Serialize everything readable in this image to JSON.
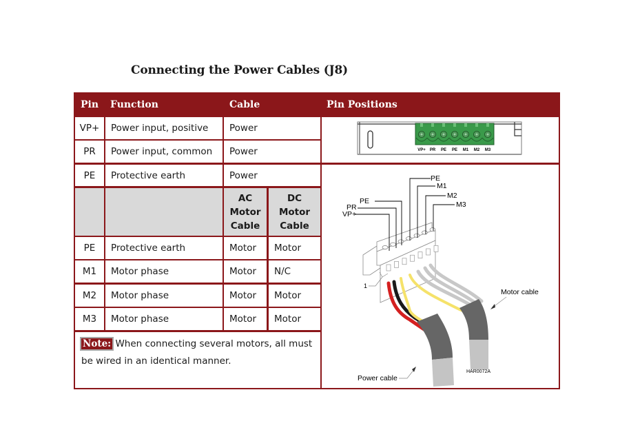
{
  "page": {
    "title": "Connecting the Power Cables (J8)"
  },
  "table": {
    "headers": {
      "pin": "Pin",
      "function": "Function",
      "cable": "Cable",
      "pin_positions": "Pin Positions"
    },
    "power_rows": [
      {
        "pin": "VP+",
        "function": "Power input, positive",
        "cable": "Power"
      },
      {
        "pin": "PR",
        "function": "Power input, common",
        "cable": "Power"
      },
      {
        "pin": "PE",
        "function": "Protective earth",
        "cable": "Power"
      }
    ],
    "subheader": {
      "ac": "AC Motor Cable",
      "ac_lines": [
        "AC",
        "Motor",
        "Cable"
      ],
      "dc_lines": [
        "DC",
        "Motor",
        "Cable"
      ]
    },
    "motor_rows": [
      {
        "pin": "PE",
        "function": "Protective earth",
        "ac": "Motor",
        "dc": "Motor"
      },
      {
        "pin": "M1",
        "function": "Motor phase",
        "ac": "Motor",
        "dc": "N/C"
      },
      {
        "pin": "M2",
        "function": "Motor phase",
        "ac": "Motor",
        "dc": "Motor"
      },
      {
        "pin": "M3",
        "function": "Motor phase",
        "ac": "Motor",
        "dc": "Motor"
      }
    ],
    "note": {
      "label": "Note:",
      "text": " When connecting several motors, all must be wired in an identical manner."
    }
  },
  "connector_top_view": {
    "pin_labels": [
      "VP+",
      "PR",
      "PE",
      "PE",
      "M1",
      "M2",
      "M3"
    ],
    "connector_color": "#3a9a4a"
  },
  "wiring_diagram": {
    "left_labels": [
      "VP+",
      "PR",
      "PE"
    ],
    "right_labels": [
      "PE",
      "M1",
      "M2",
      "M3"
    ],
    "callout_number": "1",
    "motor_cable_label": "Motor cable",
    "power_cable_label": "Power cable",
    "figure_id": "HAR0072A",
    "wire_colors": {
      "red": "#d42020",
      "black": "#1a1a1a",
      "yellow": "#f5e26a",
      "gray": "#c8c8c8",
      "jacket_dark": "#666666",
      "jacket_light": "#c4c4c4"
    }
  },
  "theme": {
    "header_bg": "#8b171a",
    "grid_border": "#8b171a",
    "subheader_bg": "#d9d9d9"
  }
}
